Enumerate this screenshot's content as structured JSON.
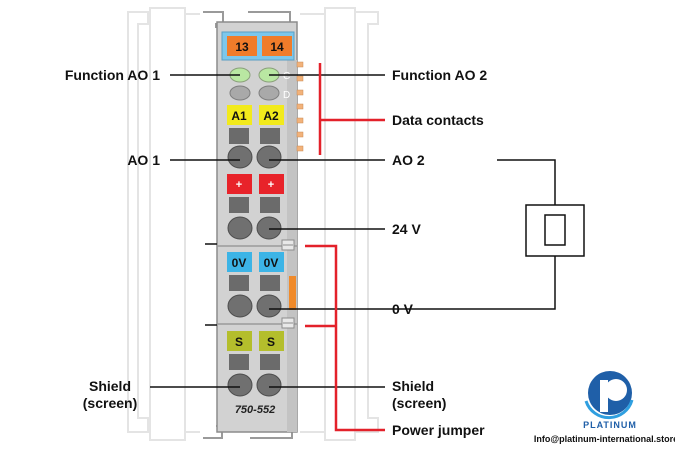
{
  "module": {
    "part_number": "750-552",
    "terminal_tags": {
      "top_left": "13",
      "top_right": "14",
      "ao_left": "A1",
      "ao_right": "A2",
      "plus_left": "+",
      "plus_right": "+",
      "zero_left": "0V",
      "zero_right": "0V",
      "shield_left": "S",
      "shield_right": "S"
    },
    "led_letters": {
      "upper": "C",
      "lower": "D"
    }
  },
  "labels": {
    "function_ao1": "Function AO 1",
    "function_ao2": "Function AO 2",
    "data_contacts": "Data contacts",
    "ao1": "AO 1",
    "ao2": "AO 2",
    "v24": "24 V",
    "v0": "0 V",
    "shield_left_line1": "Shield",
    "shield_left_line2": "(screen)",
    "shield_right_line1": "Shield",
    "shield_right_line2": "(screen)",
    "power_jumper": "Power jumper"
  },
  "brand": {
    "name": "PLATINUM",
    "email": "Info@platinum-international.store"
  },
  "colors": {
    "orange_tag": "#f07c2a",
    "blue_tag": "#3cb4e6",
    "yellow_tag": "#f2ea1c",
    "red_tag": "#e8232a",
    "olive_tag": "#b4be2c",
    "led_green": "#b9e7a2",
    "callout_red": "#e3212a",
    "module_gray": "#c9c9c9"
  }
}
